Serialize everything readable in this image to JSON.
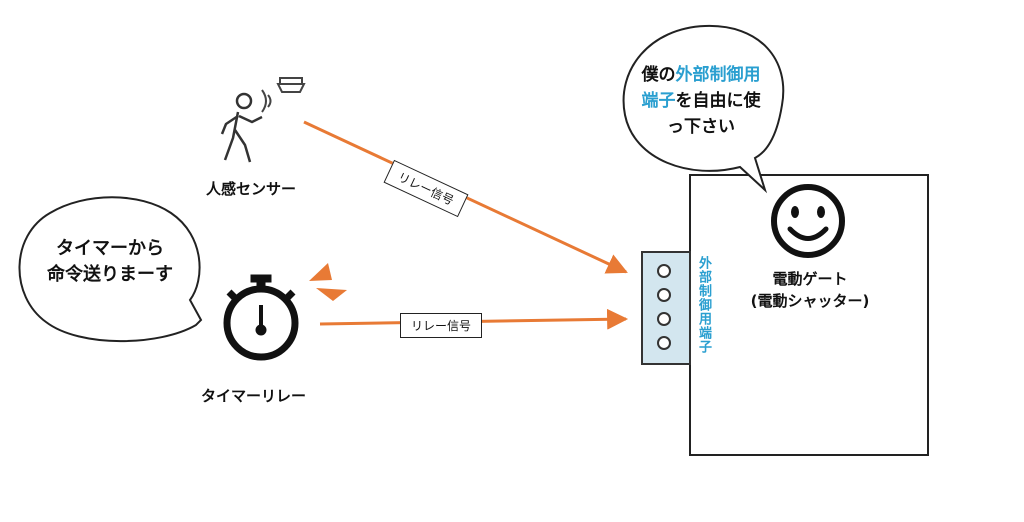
{
  "sensor": {
    "label": "人感センサー"
  },
  "timer": {
    "label": "タイマーリレー"
  },
  "relay_signal_top": "リレー信号",
  "relay_signal_bottom": "リレー信号",
  "timer_bubble": {
    "line1": "タイマーから",
    "line2": "命令送りまーす"
  },
  "gate_bubble": {
    "part1": "僕の",
    "highlight1": "外部制御用",
    "highlight2": "端子",
    "part2": "を自由に使",
    "line3": "っ下さい"
  },
  "terminal_label": "外部制御用端子",
  "gate": {
    "line1": "電動ゲート",
    "line2": "(電動シャッター)"
  },
  "colors": {
    "arrow": "#e87a35",
    "terminal_fill": "#d3e6ef",
    "highlight": "#2a9fd0"
  }
}
